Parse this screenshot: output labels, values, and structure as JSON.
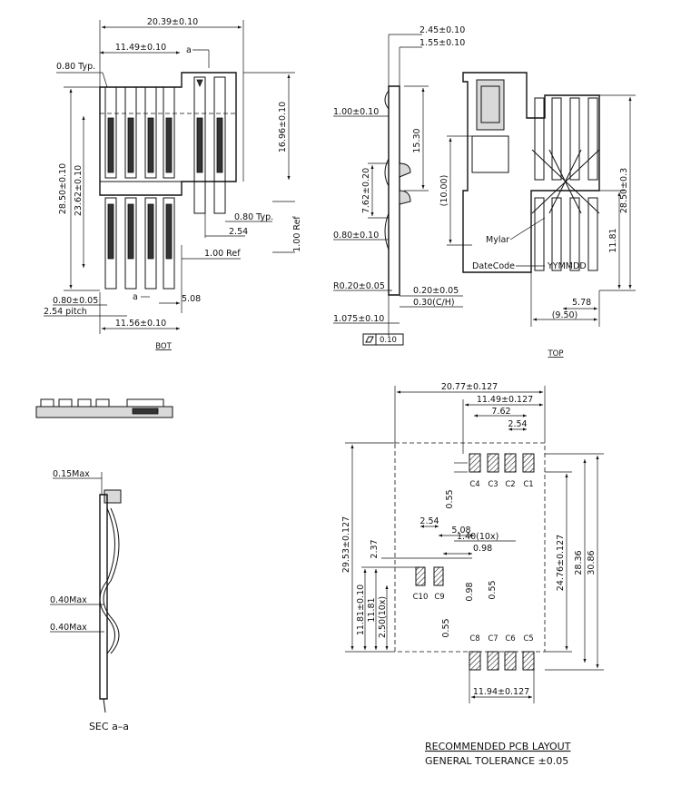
{
  "views": {
    "bottom": {
      "label": "BOT",
      "dims": {
        "overall_width": "20.39±0.10",
        "pitch_width": "11.49±0.10",
        "section_mark": "a",
        "contact_width": "0.80 Typ.",
        "height_total": "28.50±0.10",
        "height_inner": "23.62±0.10",
        "height_right": "16.96±0.10",
        "lead_width_right": "0.80 Typ.",
        "lead_pitch_right": "2.54",
        "ref_right": "1.00 Ref",
        "ref_bottom": "1.00 Ref",
        "lead_width_bottom": "0.80±0.05",
        "lead_pitch": "2.54 pitch",
        "section_mark_bottom": "a",
        "offset": "5.08",
        "base_width": "11.56±0.10"
      }
    },
    "side": {
      "dims": {
        "height_total": "2.45±0.10",
        "height_body": "1.55±0.10",
        "lead_thickness": "1.00±0.10",
        "length_top": "15.30",
        "spring_gap": "7.62±0.20",
        "lead_offset": "0.80±0.10",
        "radius": "R0.20±0.05",
        "plating": "0.20±0.05",
        "standoff": "0.30(C/H)",
        "base_height": "1.075±0.10",
        "flatness": "0.10"
      }
    },
    "top": {
      "label": "TOP",
      "dims": {
        "ref_height": "(10.00)",
        "height_total": "28.50±0.3",
        "contact_row": "11.81",
        "offset": "5.78",
        "width_ref": "(9.50)"
      },
      "callouts": {
        "mylar": "Mylar",
        "datecode_label": "DateCode",
        "datecode_value": "YYMMDD"
      }
    },
    "section": {
      "label": "SEC a–a",
      "dims": {
        "top_max": "0.15Max",
        "spring_max_1": "0.40Max",
        "spring_max_2": "0.40Max"
      }
    },
    "pcb": {
      "dims": {
        "overall_width": "20.77±0.127",
        "pad_span": "11.49±0.127",
        "pad_span_inner": "7.62",
        "pad_pitch": "2.54",
        "pad_gap_vertical": "0.55",
        "pad_span_c9": "5.08",
        "pitch_c9": "2.54",
        "pad_width_10x": "1.40(10x)",
        "pad_width": "0.98",
        "offset_237": "2.37",
        "height_total": "29.53±0.127",
        "height_c9": "11.81±0.10",
        "height_c9_b": "11.81",
        "pad_length_10x": "2.50(10x)",
        "pad_h": "0.98",
        "gap_2": "0.55",
        "gap_3": "0.55",
        "height_inner": "24.76±0.127",
        "height_2836": "28.36",
        "height_3086": "30.86",
        "bottom_width": "11.94±0.127"
      },
      "pads_top": [
        "C4",
        "C3",
        "C2",
        "C1"
      ],
      "pads_mid": [
        "C10",
        "C9"
      ],
      "pads_bottom": [
        "C8",
        "C7",
        "C6",
        "C5"
      ]
    }
  },
  "notes": {
    "layout_title": "RECOMMENDED PCB LAYOUT",
    "tolerance": "GENERAL TOLERANCE ±0.05"
  }
}
